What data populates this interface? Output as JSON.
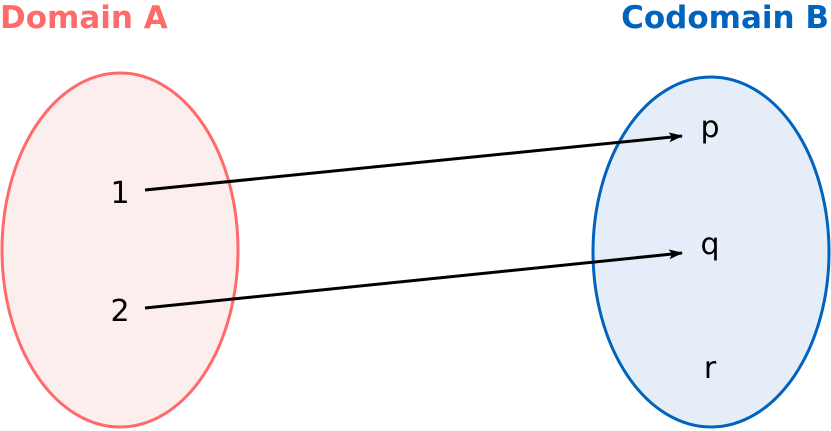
{
  "domain": {
    "title": "Domain A",
    "elements": [
      "1",
      "2"
    ],
    "stroke": "#ff6b6b",
    "fill": "#fdeeee"
  },
  "codomain": {
    "title": "Codomain B",
    "elements": [
      "p",
      "q",
      "r"
    ],
    "stroke": "#0063bd",
    "fill": "#e5eef8"
  },
  "mappings": [
    {
      "from": "1",
      "to": "p"
    },
    {
      "from": "2",
      "to": "q"
    }
  ]
}
